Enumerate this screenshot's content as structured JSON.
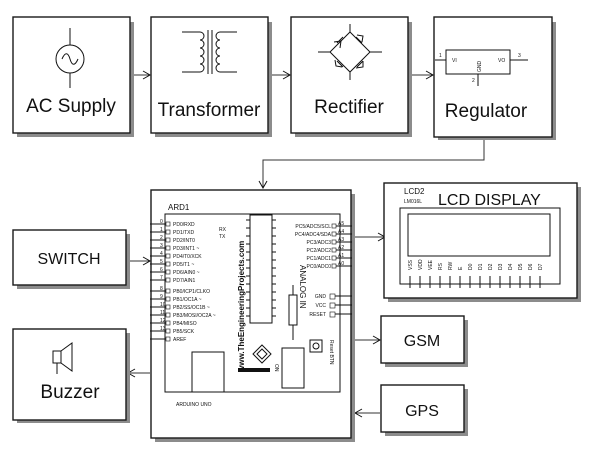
{
  "blocks": {
    "ac_supply": "AC Supply",
    "transformer": "Transformer",
    "rectifier": "Rectifier",
    "regulator": "Regulator",
    "switch": "SWITCH",
    "buzzer": "Buzzer",
    "gsm": "GSM",
    "gps": "GPS"
  },
  "regulator_symbol": {
    "vi": "VI",
    "vo": "VO",
    "gnd": "GND",
    "pin1": "1",
    "pin2": "2",
    "pin3": "3"
  },
  "lcd": {
    "ref": "LCD2",
    "part": "LM016L",
    "title": "LCD DISPLAY",
    "pins": [
      "VSS",
      "VDD",
      "VEE",
      "RS",
      "RW",
      "E",
      "D0",
      "D1",
      "D2",
      "D3",
      "D4",
      "D5",
      "D6",
      "D7"
    ]
  },
  "arduino": {
    "ref": "ARD1",
    "name": "ARDUINO UNO",
    "brand": "www.TheEngineeringProjects.com",
    "analog_in": "ANALOG IN",
    "on": "ON",
    "reset_btn": "Reset BTN",
    "left_pins": [
      {
        "num": "0",
        "label": "PD0/RXD"
      },
      {
        "num": "1",
        "label": "PD1/TXD"
      },
      {
        "num": "2",
        "label": "PD2/INT0"
      },
      {
        "num": "3",
        "label": "PD3/INT1 ~"
      },
      {
        "num": "4",
        "label": "PD4/T0/XCK"
      },
      {
        "num": "5",
        "label": "PD5/T1 ~"
      },
      {
        "num": "6",
        "label": "PD6/AIN0 ~"
      },
      {
        "num": "7",
        "label": "PD7/AIN1"
      },
      {
        "num": "8",
        "label": "PB0/ICP1/CLKO"
      },
      {
        "num": "9",
        "label": "PB1/OC1A ~"
      },
      {
        "num": "10",
        "label": "PB2/SS/OC1B ~"
      },
      {
        "num": "11",
        "label": "PB3/MOSI/OC2A ~"
      },
      {
        "num": "12",
        "label": "PB4/MISO"
      },
      {
        "num": "13",
        "label": "PB5/SCK"
      },
      {
        "num": "",
        "label": "AREF"
      }
    ],
    "rx": "RX",
    "tx": "TX",
    "right_pins": [
      {
        "label": "PC5/ADC5/SCL",
        "num": "A5"
      },
      {
        "label": "PC4/ADC4/SDA",
        "num": "A4"
      },
      {
        "label": "PC3/ADC3",
        "num": "A3"
      },
      {
        "label": "PC2/ADC2",
        "num": "A2"
      },
      {
        "label": "PC1/ADC1",
        "num": "A1"
      },
      {
        "label": "PC0/ADC0",
        "num": "A0"
      }
    ],
    "power_pins": [
      "GND",
      "VCC",
      "RESET"
    ]
  }
}
